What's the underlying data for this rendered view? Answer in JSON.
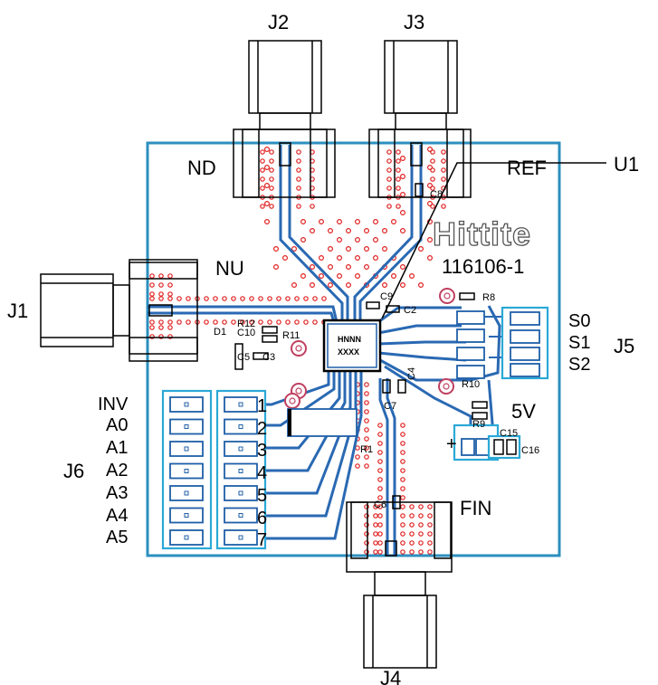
{
  "connectors": {
    "j1": "J1",
    "j2": "J2",
    "j3": "J3",
    "j4": "J4",
    "j5": "J5",
    "j6": "J6"
  },
  "chip": {
    "ref": "U1",
    "line1": "HNNN",
    "line2": "XXXX"
  },
  "board": {
    "brand": "Hittite",
    "part_number": "116106-1"
  },
  "ports": {
    "nd": "ND",
    "ref": "REF",
    "nu": "NU",
    "fin": "FIN",
    "five_v": "5V",
    "plus": "+"
  },
  "j5_pins": [
    "S0",
    "S1",
    "S2"
  ],
  "j6_labels": [
    "INV",
    "A0",
    "A1",
    "A2",
    "A3",
    "A4",
    "A5"
  ],
  "j6_numbers": [
    "1",
    "2",
    "3",
    "4",
    "5",
    "6",
    "7"
  ],
  "refdes": {
    "c2": "C2",
    "c3": "C3",
    "c4": "C4",
    "c5": "C5",
    "c6": "C6",
    "c7": "C7",
    "c8": "C8",
    "c9": "C9",
    "c10": "C10",
    "c15": "C15",
    "c16": "C16",
    "d1": "D1",
    "r1": "R1",
    "r8": "R8",
    "r9": "R9",
    "r10": "R10",
    "r11": "R11",
    "r12": "R12"
  }
}
